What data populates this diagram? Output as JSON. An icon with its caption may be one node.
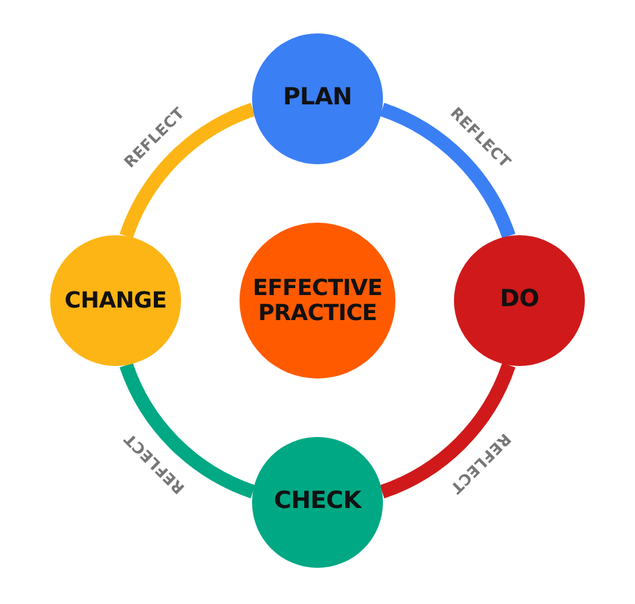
{
  "diagram": {
    "nodes": [
      {
        "text": [
          "PLAN"
        ]
      },
      {
        "text": [
          "CHANGE"
        ]
      },
      {
        "text": [
          "EFFECTIVE PRACTICE"
        ]
      },
      {
        "text": [
          "DO"
        ]
      },
      {
        "text": [
          "CHECK"
        ]
      }
    ],
    "edges": [
      {
        "from": 0,
        "to": 3,
        "arrow": "none",
        "label": "REFLECT",
        "color": "#3b7ff5"
      },
      {
        "from": 3,
        "to": 4,
        "arrow": "none",
        "label": "REFLECT",
        "color": "#d0191a"
      },
      {
        "from": 4,
        "to": 1,
        "arrow": "none",
        "label": "REFLECT",
        "color": "#00a884"
      },
      {
        "from": 1,
        "to": 0,
        "arrow": "none",
        "label": "REFLECT",
        "color": "#fdb515"
      }
    ]
  }
}
